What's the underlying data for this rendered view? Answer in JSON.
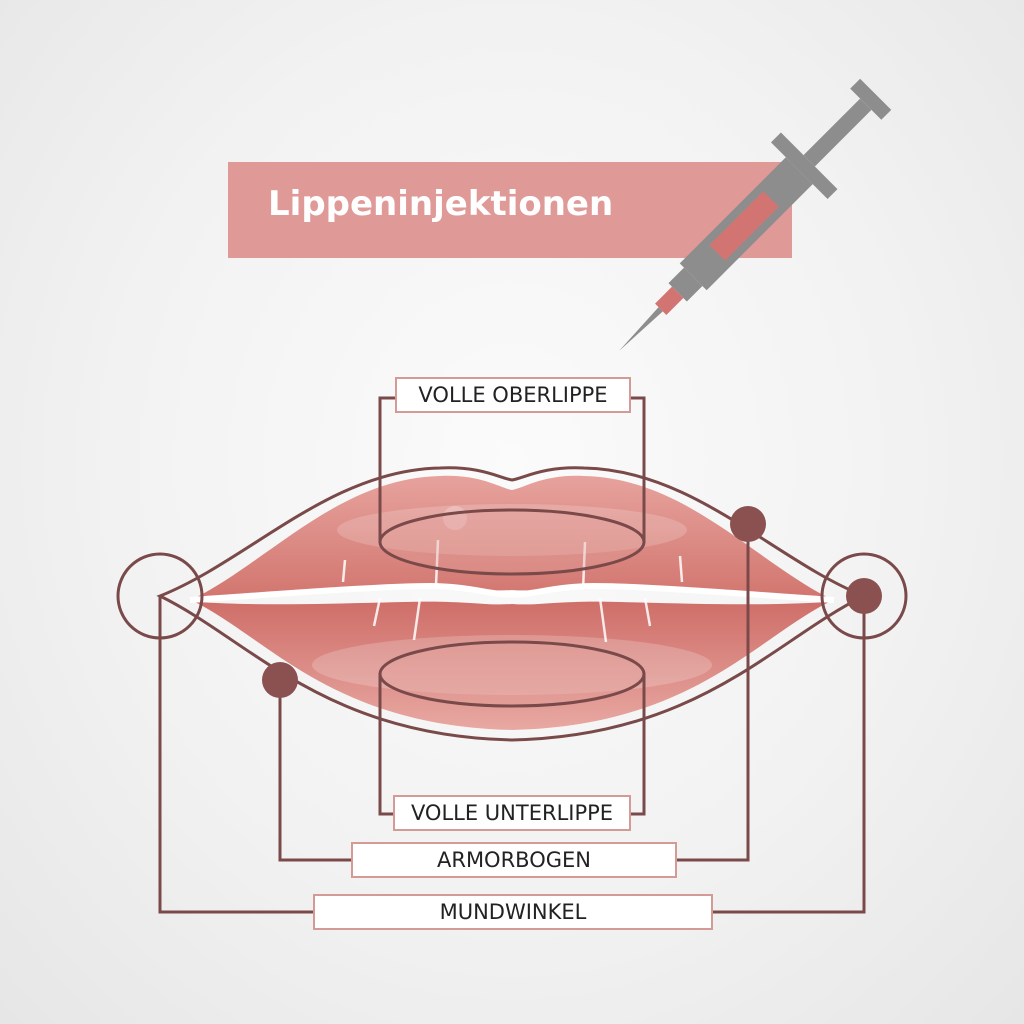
{
  "title": "Lippeninjektionen",
  "labels": {
    "upper_lip": "VOLLE OBERLIPPE",
    "lower_lip": "VOLLE UNTERLIPPE",
    "cupids_bow": "ARMORBOGEN",
    "mouth_corners": "MUNDWINKEL"
  },
  "colors": {
    "banner": "#df9a98",
    "lip_main": "#d98681",
    "lip_dark": "#c96a66",
    "outline": "#7a4a4a",
    "marker": "#8a5150",
    "syringe_body": "#8d8d8d",
    "syringe_fluid": "#d27572",
    "label_border": "#d49a96"
  },
  "icons": [
    "syringe-icon",
    "lips-illustration"
  ]
}
